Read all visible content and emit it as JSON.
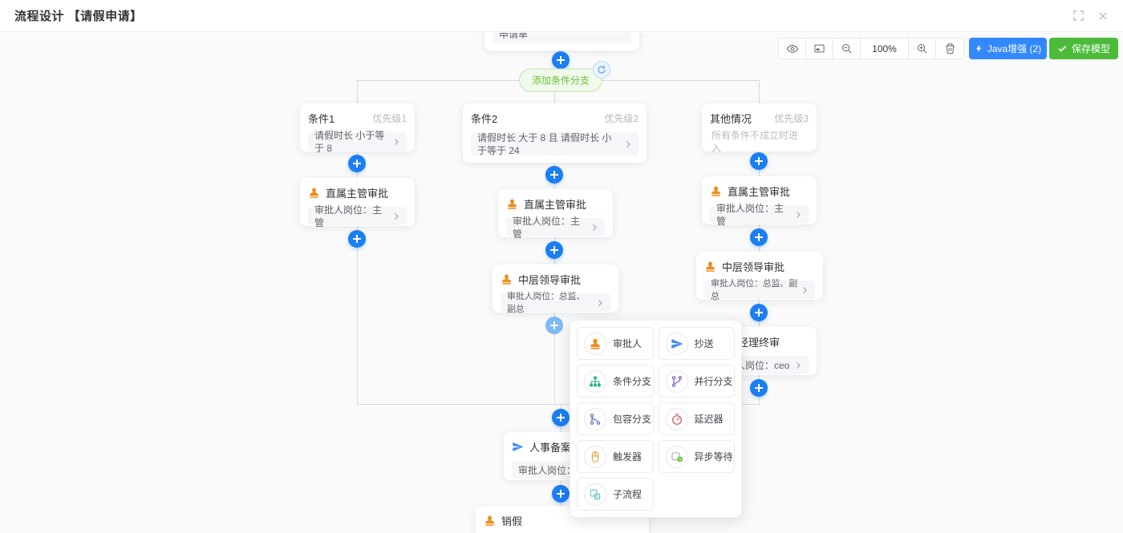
{
  "window": {
    "title": "流程设计 【请假申请】"
  },
  "titlebar_icons": [
    "fullscreen-icon",
    "close-icon"
  ],
  "toolbar": {
    "zoom_level": "100%",
    "java_label": "Java增强 (2)",
    "save_label": "保存模型",
    "icons": [
      "preview-eye-icon",
      "minimap-icon",
      "zoom-out-icon",
      "zoom-in-icon",
      "delete-icon"
    ]
  },
  "flow": {
    "start": {
      "text": "填写表单：请假申请-请假申请单"
    },
    "add_branch_label": "添加条件分支",
    "branches": [
      {
        "name": "条件1",
        "priority": "优先级1",
        "condition": "请假时长 小于等于 8",
        "nodes": [
          {
            "title": "直属主管审批",
            "body": "审批人岗位：主管"
          }
        ]
      },
      {
        "name": "条件2",
        "priority": "优先级2",
        "condition": "请假时长 大于 8 且 请假时长 小于等于 24",
        "nodes": [
          {
            "title": "直属主管审批",
            "body": "审批人岗位：主管"
          },
          {
            "title": "中层领导审批",
            "body": "审批人岗位：总监、副总"
          }
        ]
      },
      {
        "name": "其他情况",
        "priority": "优先级3",
        "condition": "所有条件不成立时进入",
        "nodes": [
          {
            "title": "直属主管审批",
            "body": "审批人岗位：主管"
          },
          {
            "title": "中层领导审批",
            "body": "审批人岗位：总监、副总"
          },
          {
            "title": "总经理终审",
            "body": "审批人岗位：ceo"
          }
        ]
      }
    ],
    "tail": [
      {
        "title": "人事备案",
        "body": "审批人岗位：人"
      },
      {
        "title": "销假",
        "body": ""
      }
    ]
  },
  "popup": {
    "items": [
      {
        "label": "审批人",
        "icon": "stamp-icon",
        "color": "#f08c1e"
      },
      {
        "label": "抄送",
        "icon": "send-icon",
        "color": "#3d8af5"
      },
      {
        "label": "条件分支",
        "icon": "condition-branch-icon",
        "color": "#22b573"
      },
      {
        "label": "并行分支",
        "icon": "parallel-branch-icon",
        "color": "#7b61c4"
      },
      {
        "label": "包容分支",
        "icon": "inclusive-branch-icon",
        "color": "#5b6fd6"
      },
      {
        "label": "延迟器",
        "icon": "delay-timer-icon",
        "color": "#e05252"
      },
      {
        "label": "触发器",
        "icon": "trigger-icon",
        "color": "#e6a23c"
      },
      {
        "label": "异步等待",
        "icon": "async-wait-icon",
        "color": "#67c23a"
      },
      {
        "label": "子流程",
        "icon": "subprocess-icon",
        "color": "#5bc0be"
      }
    ]
  },
  "colors": {
    "primary": "#1b7ef2",
    "java_button": "#3388ff",
    "save_button": "#4cbb3a",
    "pill_green": "#67c23a",
    "canvas_bg": "#fafafa"
  }
}
